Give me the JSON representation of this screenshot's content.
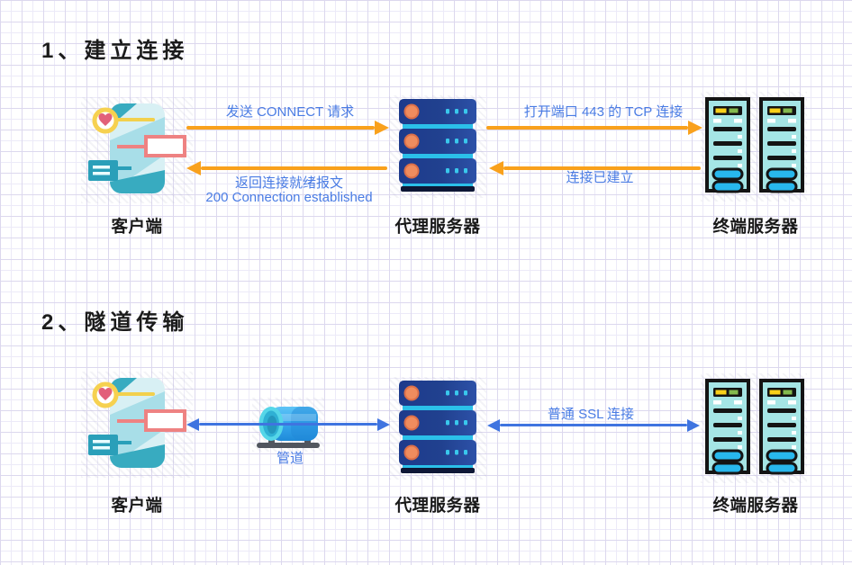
{
  "section1": {
    "title": "1、建立连接",
    "client_label": "客户端",
    "proxy_label": "代理服务器",
    "terminal_label": "终端服务器",
    "arrows": {
      "send_connect": "发送 CONNECT 请求",
      "return_ready_line1": "返回连接就绪报文",
      "return_ready_line2": "200 Connection established",
      "open_tcp": "打开端口 443 的 TCP 连接",
      "established": "连接已建立"
    }
  },
  "section2": {
    "title": "2、隧道传输",
    "client_label": "客户端",
    "pipe_label": "管道",
    "proxy_label": "代理服务器",
    "terminal_label": "终端服务器",
    "arrows": {
      "ssl": "普通 SSL 连接"
    }
  },
  "colors": {
    "arrow_orange": "#f9a11c",
    "arrow_blue": "#3f74e0",
    "label_blue": "#4a7ce4",
    "grid_minor": "#eceaf8",
    "grid_major": "#dcd8ee"
  },
  "icons": {
    "client": "phone-icon",
    "proxy": "server-stack-icon",
    "terminal": "server-towers-icon",
    "pipe": "pipe-icon"
  }
}
